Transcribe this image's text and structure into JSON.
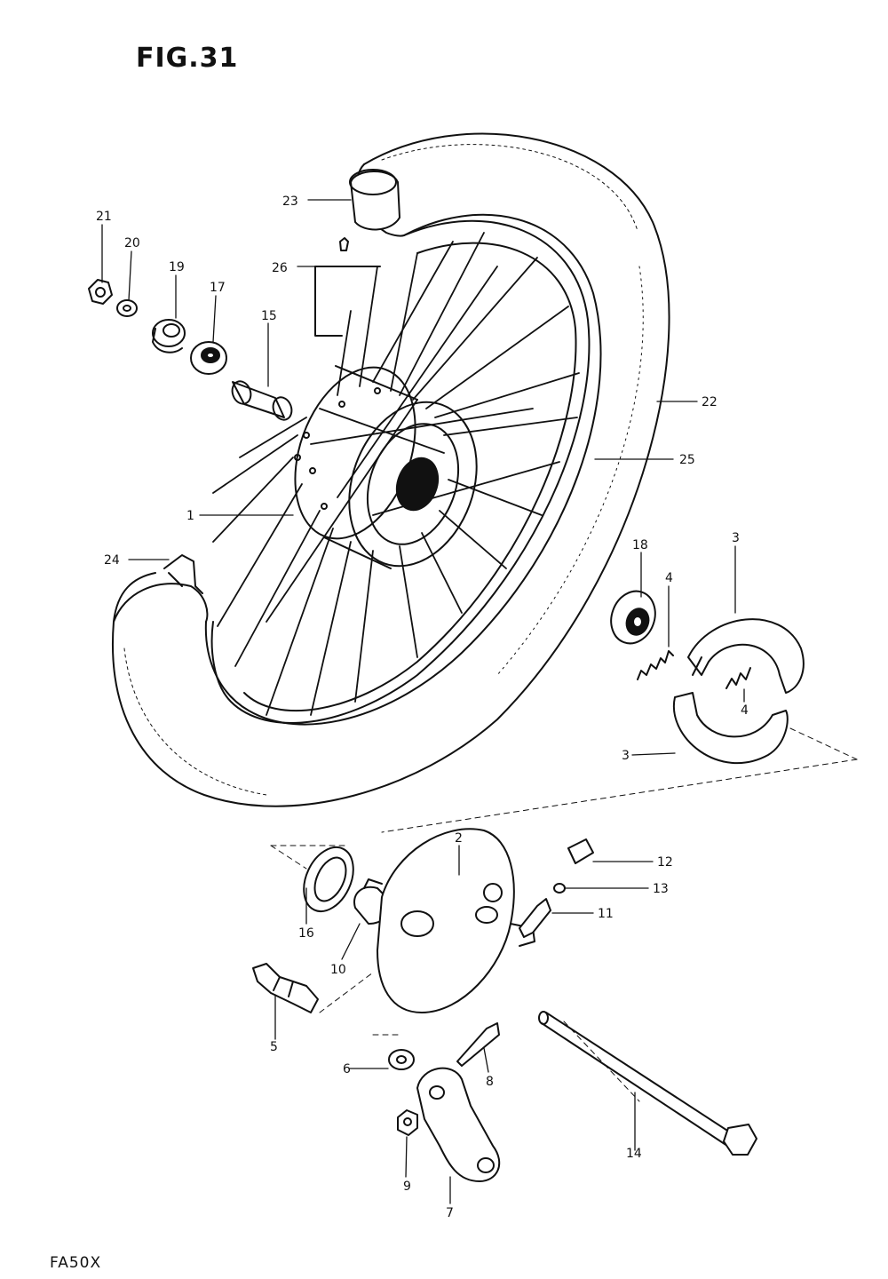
{
  "figure": {
    "title": "FIG.31",
    "model": "FA50X"
  },
  "callouts": {
    "p1": "1",
    "p2": "2",
    "p3a": "3",
    "p3b": "3",
    "p4a": "4",
    "p4b": "4",
    "p5": "5",
    "p6": "6",
    "p7": "7",
    "p8": "8",
    "p9": "9",
    "p10": "10",
    "p11": "11",
    "p12": "12",
    "p13": "13",
    "p14": "14",
    "p15": "15",
    "p16": "16",
    "p17": "17",
    "p18": "18",
    "p19": "19",
    "p20": "20",
    "p21": "21",
    "p22": "22",
    "p23": "23",
    "p24": "24",
    "p25": "25",
    "p26": "26"
  }
}
